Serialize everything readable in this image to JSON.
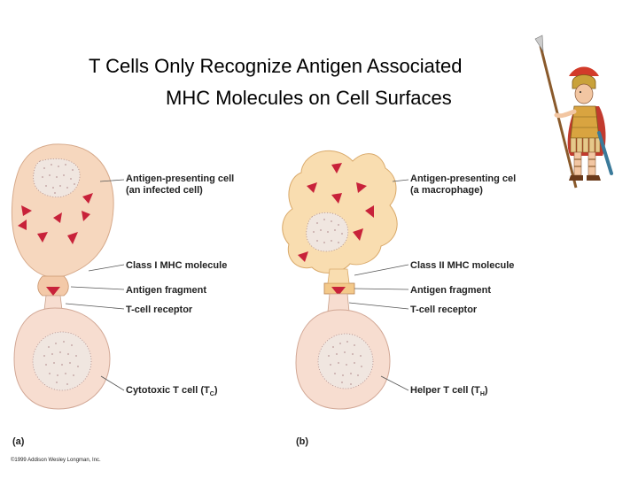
{
  "title": {
    "line1": "T Cells Only Recognize Antigen Associated",
    "line2": "MHC Molecules on Cell Surfaces"
  },
  "panel_a": {
    "tag": "(a)",
    "labels": {
      "apc_line1": "Antigen-presenting cell",
      "apc_line2": "(an infected cell)",
      "mhc": "Class I MHC molecule",
      "fragment": "Antigen fragment",
      "receptor": "T-cell receptor",
      "tcell_main": "Cytotoxic T cell (T",
      "tcell_sub": "C",
      "tcell_end": ")"
    }
  },
  "panel_b": {
    "tag": "(b)",
    "labels": {
      "apc_line1": "Antigen-presenting cel",
      "apc_line2": "(a macrophage)",
      "mhc": "Class II MHC molecule",
      "fragment": "Antigen fragment",
      "receptor": "T-cell receptor",
      "tcell_main": "Helper T cell (T",
      "tcell_sub": "H",
      "tcell_end": ")"
    }
  },
  "copyright": "©1999 Addison Wesley Longman, Inc.",
  "colors": {
    "apc_a_fill": "#f6d7be",
    "apc_b_fill": "#f9ddb0",
    "tcell_fill": "#f7ddd0",
    "nucleus_fill": "#f0e6e0",
    "antigen": "#c8223a",
    "mhc_a": "#f3c9a8",
    "mhc_b": "#f3c98a"
  },
  "icons": [
    "roman-soldier-icon"
  ]
}
